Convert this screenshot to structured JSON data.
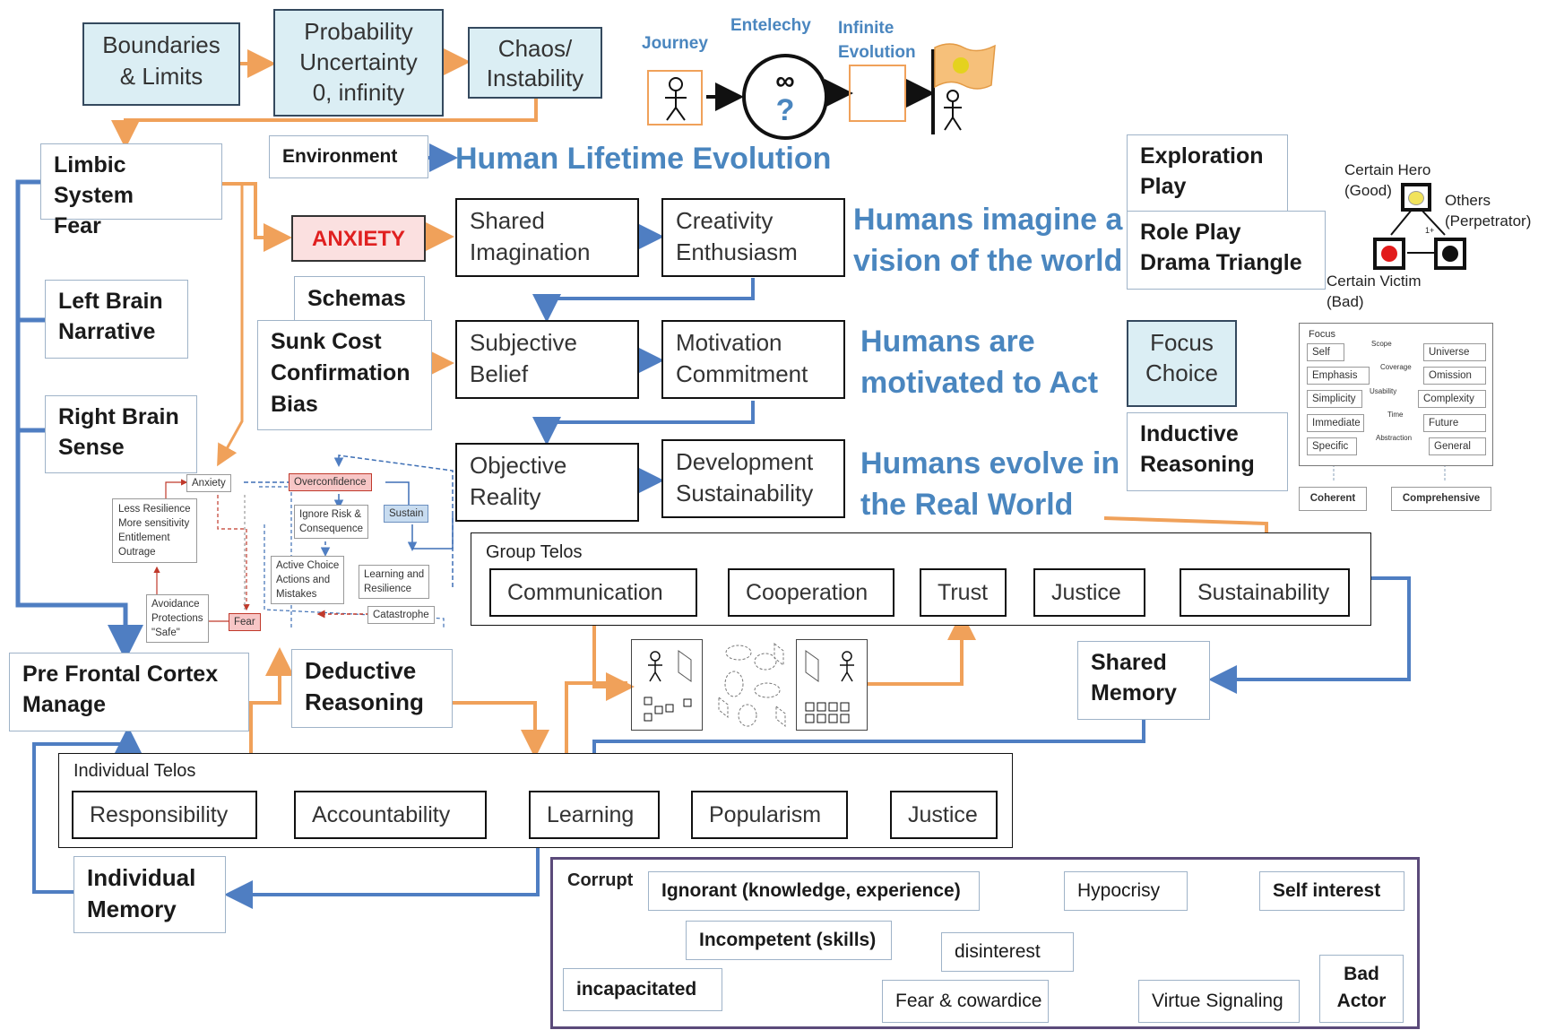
{
  "top_chain": {
    "boundaries": "Boundaries\n& Limits",
    "probability": "Probability\nUncertainty\n0, infinity",
    "chaos": "Chaos/\nInstability"
  },
  "journey": {
    "journey_label": "Journey",
    "entelechy_label": "Entelechy",
    "infinite_label": "Infinite\nEvolution",
    "infinity_symbol": "∞",
    "question_mark": "?"
  },
  "environment": "Environment",
  "headline_lifetime": "Human Lifetime Evolution",
  "left_column": {
    "limbic": "Limbic System\nFear",
    "left_brain": "Left Brain\nNarrative",
    "right_brain": "Right Brain\nSense",
    "prefrontal": "Pre Frontal Cortex\nManage",
    "deductive": "Deductive\nReasoning",
    "individual_memory": "Individual\nMemory"
  },
  "anxiety": "ANXIETY",
  "schemas": "Schemas",
  "sunk_cost": "Sunk Cost\nConfirmation\nBias",
  "core": {
    "shared_imagination": "Shared\nImagination",
    "creativity": "Creativity\nEnthusiasm",
    "subjective_belief": "Subjective\nBelief",
    "motivation": "Motivation\nCommitment",
    "objective_reality": "Objective\nReality",
    "development": "Development\nSustainability"
  },
  "headlines": {
    "imagine": "Humans imagine a\nvision of the world",
    "motivated": "Humans are\nmotivated to Act",
    "evolve": "Humans evolve in\nthe Real World"
  },
  "right_column": {
    "exploration": "Exploration\nPlay",
    "role_play": "Role Play\nDrama Triangle",
    "focus": "Focus\nChoice",
    "inductive": "Inductive\nReasoning",
    "shared_memory": "Shared\nMemory"
  },
  "drama_triangle": {
    "hero": "Certain Hero\n(Good)",
    "others": "Others\n(Perpetrator)",
    "victim": "Certain Victim\n(Bad)",
    "count": "1+"
  },
  "focus_diagram": {
    "title": "Focus",
    "left": [
      "Self",
      "Emphasis",
      "Simplicity",
      "Immediate",
      "Specific"
    ],
    "right": [
      "Universe",
      "Omission",
      "Complexity",
      "Future",
      "General"
    ],
    "middle": [
      "Scope",
      "Coverage",
      "Usability",
      "Time",
      "Abstraction"
    ],
    "bottom_left": "Coherent",
    "bottom_right": "Comprehensive"
  },
  "fear_cycle": {
    "anxiety": "Anxiety",
    "overconfidence": "Overconfidence",
    "less_resilience": "Less Resilience\nMore sensitivity\nEntitlement\nOutrage",
    "ignore_risk": "Ignore Risk &\nConsequence",
    "sustain": "Sustain",
    "active_choice": "Active Choice\nActions and\nMistakes",
    "learning_resilience": "Learning and\nResilience",
    "avoidance": "Avoidance\nProtections\n\"Safe\"",
    "fear": "Fear",
    "catastrophe": "Catastrophe"
  },
  "group_telos": {
    "title": "Group Telos",
    "items": [
      "Communication",
      "Cooperation",
      "Trust",
      "Justice",
      "Sustainability"
    ]
  },
  "individual_telos": {
    "title": "Individual Telos",
    "items": [
      "Responsibility",
      "Accountability",
      "Learning",
      "Popularism",
      "Justice"
    ]
  },
  "corrupt": {
    "title": "Corrupt",
    "ignorant": "Ignorant (knowledge, experience)",
    "incompetent": "Incompetent (skills)",
    "incapacitated": "incapacitated",
    "hypocrisy": "Hypocrisy",
    "disinterest": "disinterest",
    "fear_cowardice": "Fear & cowardice",
    "virtue_signaling": "Virtue Signaling",
    "self_interest": "Self interest",
    "bad_actor": "Bad\nActor"
  },
  "colors": {
    "orange": "#f0a15a",
    "blue": "#4f7ec2",
    "headline": "#4a86bf",
    "anxiety": "#e02020",
    "light_blue": "#dbeef4"
  }
}
